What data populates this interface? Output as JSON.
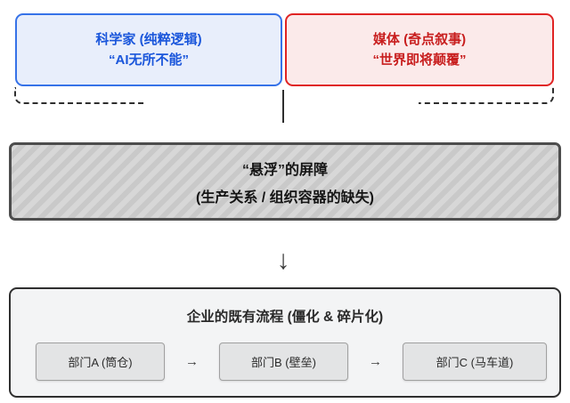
{
  "colors": {
    "scientist_text": "#1a56db",
    "scientist_border": "#3672e8",
    "scientist_bg": "#e8eefb",
    "media_text": "#c81e1e",
    "media_border": "#e02424",
    "media_bg": "#fbeaea",
    "line_color": "#2e2e2e",
    "barrier_border": "#4d4d4d",
    "barrier_stripe_light": "#d7d7d7",
    "barrier_stripe_dark": "#c9c9c9"
  },
  "top_cards": {
    "scientist": {
      "title": "科学家 (纯粹逻辑)",
      "quote": "“AI无所不能”"
    },
    "media": {
      "title": "媒体 (奇点叙事)",
      "quote": "“世界即将颠覆”"
    }
  },
  "barrier": {
    "title": "“悬浮”的屏障",
    "subtitle": "(生产关系 / 组织容器的缺失)"
  },
  "icons": {
    "down_arrow": "↓",
    "flow_arrow": "→"
  },
  "process": {
    "title": "企业的既有流程 (僵化 & 碎片化)",
    "departments": [
      {
        "label": "部门A (筒仓)"
      },
      {
        "label": "部门B (壁垒)"
      },
      {
        "label": "部门C (马车道)"
      }
    ]
  }
}
